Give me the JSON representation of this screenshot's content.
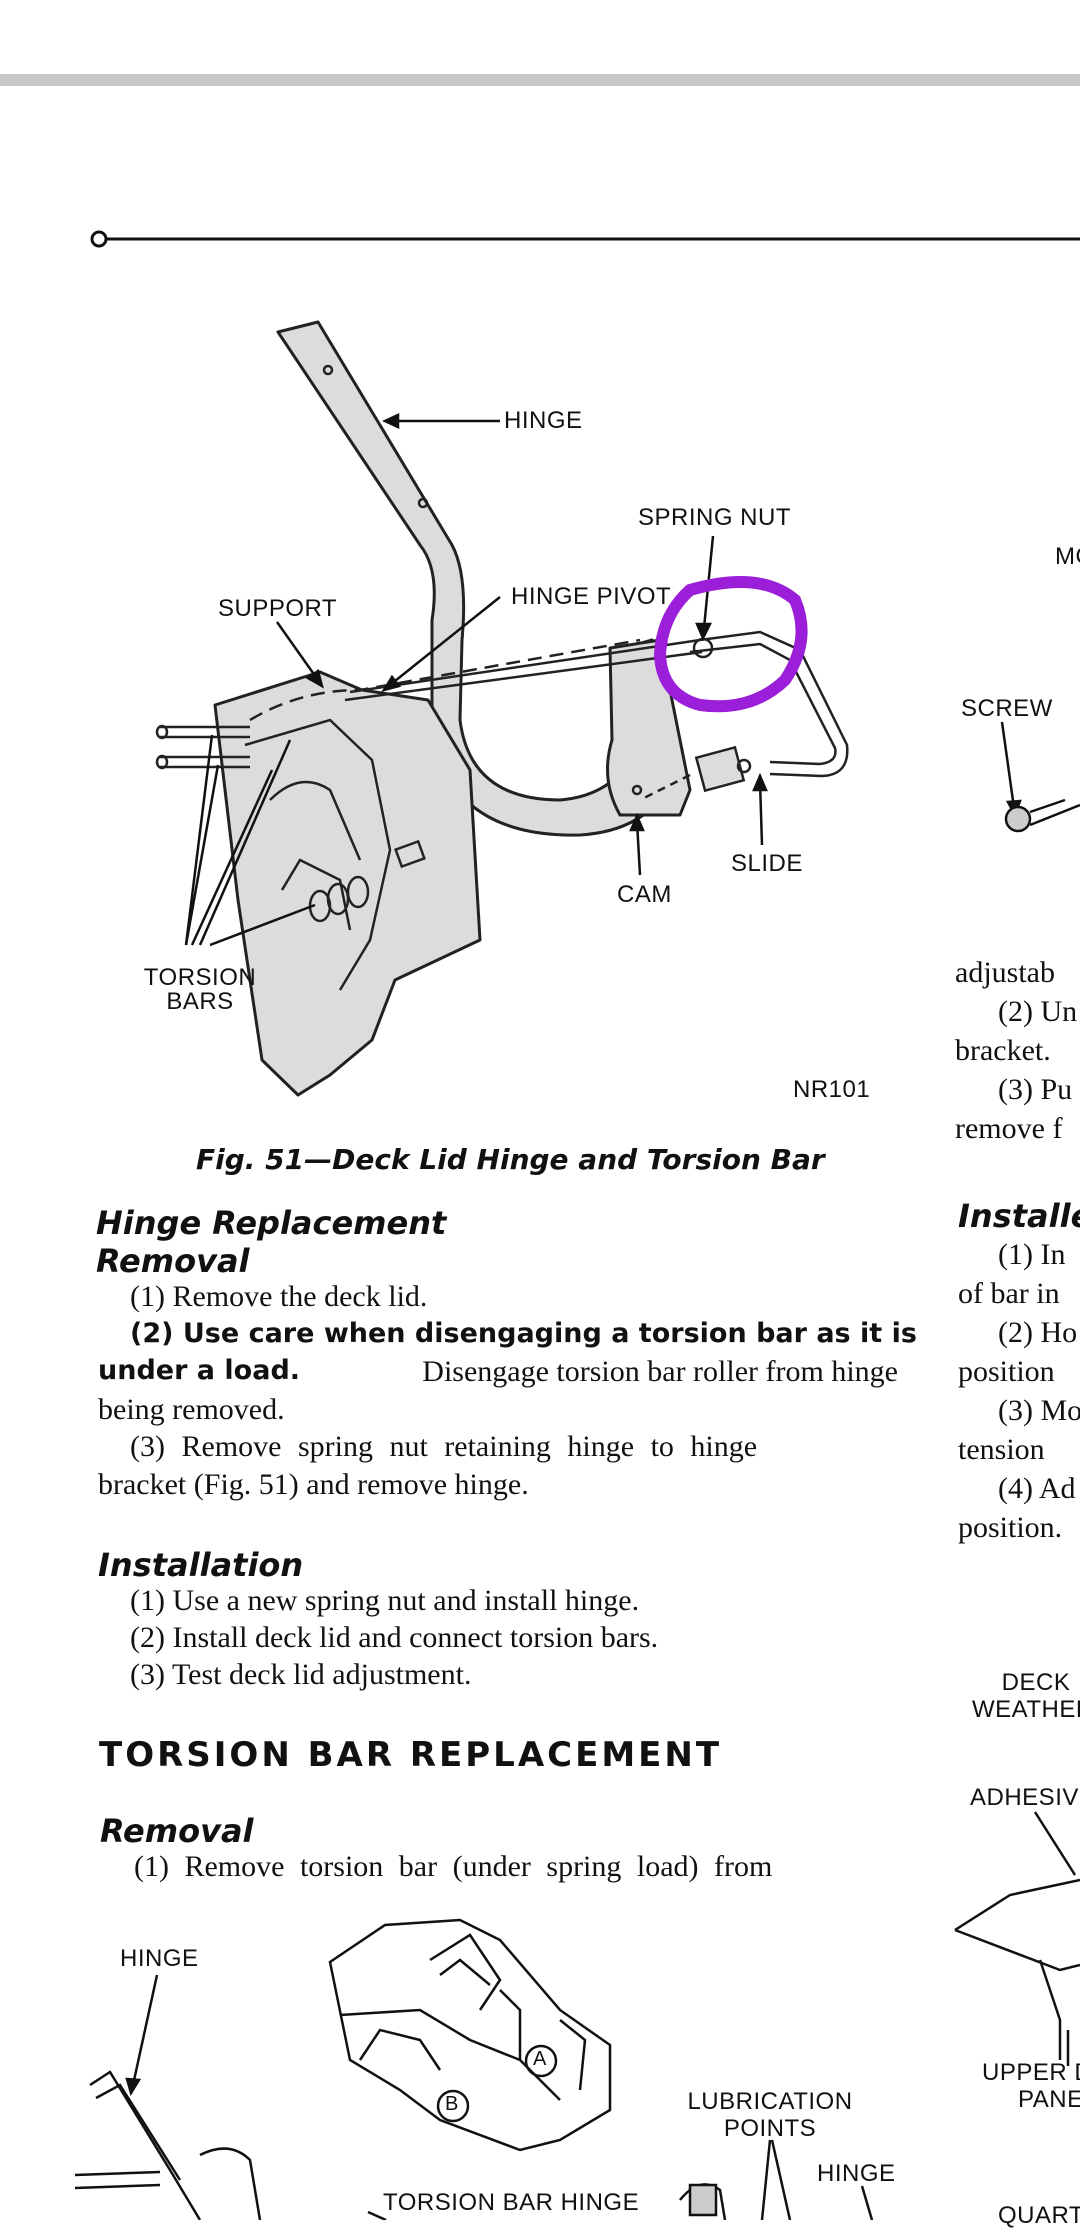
{
  "figure51": {
    "labels": {
      "hinge": "HINGE",
      "spring_nut": "SPRING NUT",
      "support": "SUPPORT",
      "hinge_pivot": "HINGE PIVOT",
      "screw": "SCREW",
      "slide": "SLIDE",
      "cam": "CAM",
      "torsion_bars_1": "TORSION",
      "torsion_bars_2": "BARS",
      "figure_code": "NR101",
      "cut_label_mo": "MO"
    },
    "caption": "Fig. 51—Deck Lid Hinge and Torsion Bar"
  },
  "left_column": {
    "hinge_replacement": {
      "heading": "Hinge Replacement",
      "removal_heading": "Removal",
      "step1": "(1) Remove the deck lid.",
      "step2_bold_a": "(2) Use care when disengaging a torsion bar as it is",
      "step2_bold_b": "under a load.",
      "step2_rest_a": "Disengage torsion bar roller from hinge",
      "step2_rest_b": "being removed.",
      "step3_a": "(3) Remove spring nut retaining hinge to hinge",
      "step3_b": "bracket (Fig. 51) and remove hinge."
    },
    "installation": {
      "heading": "Installation",
      "step1": "(1) Use a new spring nut and install hinge.",
      "step2": "(2) Install deck lid and connect torsion bars.",
      "step3": "(3) Test deck lid adjustment."
    },
    "torsion_bar_replacement": {
      "heading": "TORSION BAR REPLACEMENT",
      "removal_heading": "Removal",
      "step1": "(1) Remove torsion bar (under spring load) from"
    }
  },
  "right_column_cut": {
    "line1": "adjustab",
    "line2": "(2) Un",
    "line3": "bracket.",
    "line4": "(3) Pu",
    "line5": "remove f",
    "installe": "Installe",
    "i1": "(1) In",
    "i2": "of bar in",
    "i3": "(2) Ho",
    "i4": "position",
    "i5": "(3) Mo",
    "i6": "tension",
    "i7": "(4) Ad",
    "i8": "position.",
    "deck_1": "DECK",
    "deck_2": "WEATHER",
    "adhesive": "ADHESIV",
    "upper_1": "UPPER D",
    "upper_2": "PANE",
    "quart": "QUART"
  },
  "figure_bottom": {
    "hinge": "HINGE",
    "lubrication_1": "LUBRICATION",
    "lubrication_2": "POINTS",
    "hinge_right": "HINGE",
    "torsion_bar_hinge": "TORSION BAR HINGE",
    "callout_a": "A",
    "callout_b": "B"
  },
  "markup": {
    "annotation_color": "#9b1fd8",
    "meaning": "circled-spring-nut"
  }
}
